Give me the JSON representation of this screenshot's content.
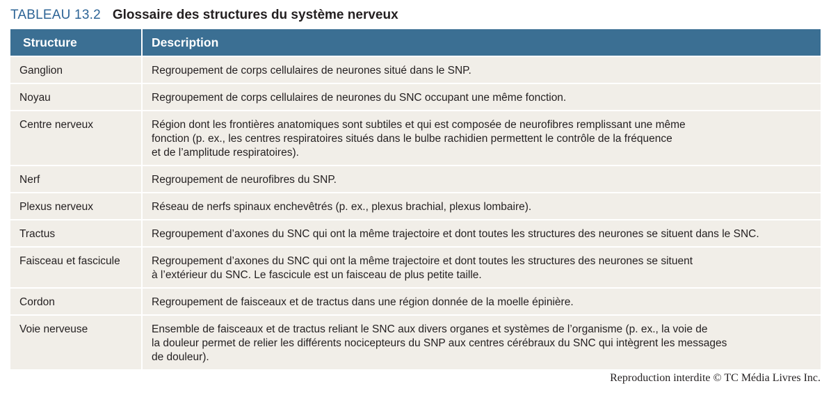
{
  "table": {
    "number": "TABLEAU 13.2",
    "title": "Glossaire des structures du système nerveux",
    "headers": [
      "Structure",
      "Description"
    ],
    "rows": [
      {
        "structure": "Ganglion",
        "description": [
          "Regroupement de corps cellulaires de neurones situé dans le SNP."
        ]
      },
      {
        "structure": "Noyau",
        "description": [
          "Regroupement de corps cellulaires de neurones du SNC occupant une même fonction."
        ]
      },
      {
        "structure": "Centre nerveux",
        "description": [
          "Région dont les frontières anatomiques sont subtiles et qui est composée de neurofibres remplissant une même",
          "fonction (p. ex., les centres respiratoires situés dans le bulbe rachidien permettent le contrôle de la fréquence",
          "et de l’amplitude respiratoires)."
        ]
      },
      {
        "structure": "Nerf",
        "description": [
          "Regroupement de neurofibres du SNP."
        ]
      },
      {
        "structure": "Plexus nerveux",
        "description": [
          "Réseau de nerfs spinaux enchevêtrés (p. ex., plexus brachial, plexus lombaire)."
        ]
      },
      {
        "structure": "Tractus",
        "description": [
          "Regroupement d’axones du SNC qui ont la même trajectoire et dont toutes les structures des neurones se situent dans le SNC."
        ]
      },
      {
        "structure": "Faisceau et fascicule",
        "description": [
          "Regroupement d’axones du SNC qui ont la même trajectoire et dont toutes les structures des neurones se situent",
          "à l’extérieur du SNC. Le fascicule est un faisceau de plus petite taille."
        ]
      },
      {
        "structure": "Cordon",
        "description": [
          "Regroupement de faisceaux et de tractus dans une région donnée de la moelle épinière."
        ]
      },
      {
        "structure": "Voie nerveuse",
        "description": [
          "Ensemble de faisceaux et de tractus reliant le SNC aux divers organes et systèmes de l’organisme (p. ex., la voie de",
          "la douleur permet de relier les différents nocicepteurs du SNP aux centres cérébraux du SNC qui intègrent les messages",
          "de douleur)."
        ]
      }
    ]
  },
  "footer": {
    "copyright": "Reproduction interdite © TC Média Livres Inc."
  },
  "colors": {
    "title_number": "#2d6496",
    "header_background": "#3b6f93",
    "header_text": "#ffffff",
    "row_background": "#f1eee8"
  }
}
